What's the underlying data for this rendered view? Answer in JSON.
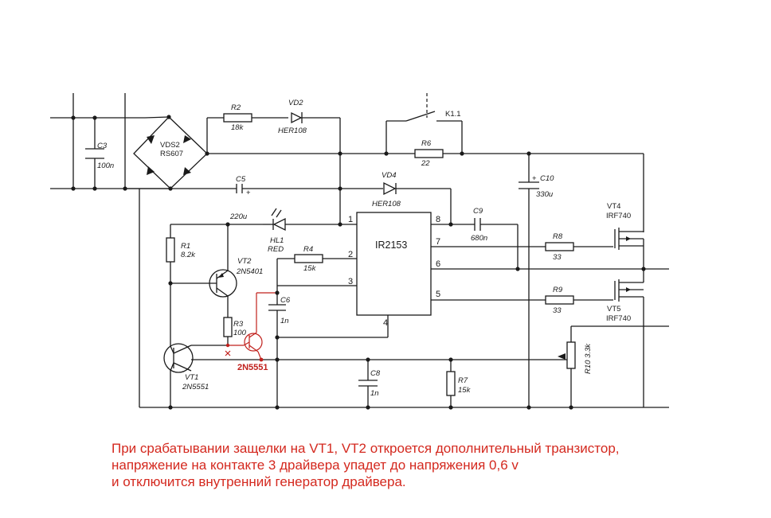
{
  "labels": {
    "r2": {
      "ref": "R2",
      "val": "18k"
    },
    "vd2": {
      "ref": "VD2",
      "val": "HER108"
    },
    "k11": "K1.1",
    "c3": {
      "ref": "C3",
      "val": "100n"
    },
    "vds2": {
      "ref": "VDS2",
      "val": "RS607"
    },
    "r6": {
      "ref": "R6",
      "val": "22"
    },
    "c10": {
      "ref": "C10",
      "val": "330u"
    },
    "vd4": {
      "ref": "VD4",
      "val": "HER108"
    },
    "c5": {
      "ref": "C5",
      "val": "220u"
    },
    "hl1": {
      "ref": "HL1",
      "val": "RED"
    },
    "c9": {
      "ref": "C9",
      "val": "680n"
    },
    "vt4": {
      "ref": "VT4",
      "val": "IRF740"
    },
    "r1": {
      "ref": "R1",
      "val": "8.2k"
    },
    "r4": {
      "ref": "R4",
      "val": "15k"
    },
    "ic": "IR2153",
    "r8": {
      "ref": "R8",
      "val": "33"
    },
    "vt2": {
      "ref": "VT2",
      "val": "2N5401"
    },
    "c6": {
      "ref": "C6",
      "val": "1n"
    },
    "r9": {
      "ref": "R9",
      "val": "33"
    },
    "vt5": {
      "ref": "VT5",
      "val": "IRF740"
    },
    "r3": {
      "ref": "R3",
      "val": "100"
    },
    "r10": "R10 3.3k",
    "added_transistor": "2N5551",
    "vt1": {
      "ref": "VT1",
      "val": "2N5551"
    },
    "c8": {
      "ref": "C8",
      "val": "1n"
    },
    "r7": {
      "ref": "R7",
      "val": "15k"
    },
    "pins": [
      "1",
      "2",
      "3",
      "4",
      "5",
      "6",
      "7",
      "8"
    ],
    "polarity_plus": "+"
  },
  "note": {
    "line1": "При срабатывании защелки на VT1, VT2 откроется дополнительный транзистор,",
    "line2": "напряжение на контакте 3 драйвера  упадет до напряжения 0,6 v",
    "line3": "и отключится внутренний генератор драйвера."
  },
  "colors": {
    "wire": "#1a1a1a",
    "annotation": "#c0201c",
    "note_text": "#d4291f"
  }
}
